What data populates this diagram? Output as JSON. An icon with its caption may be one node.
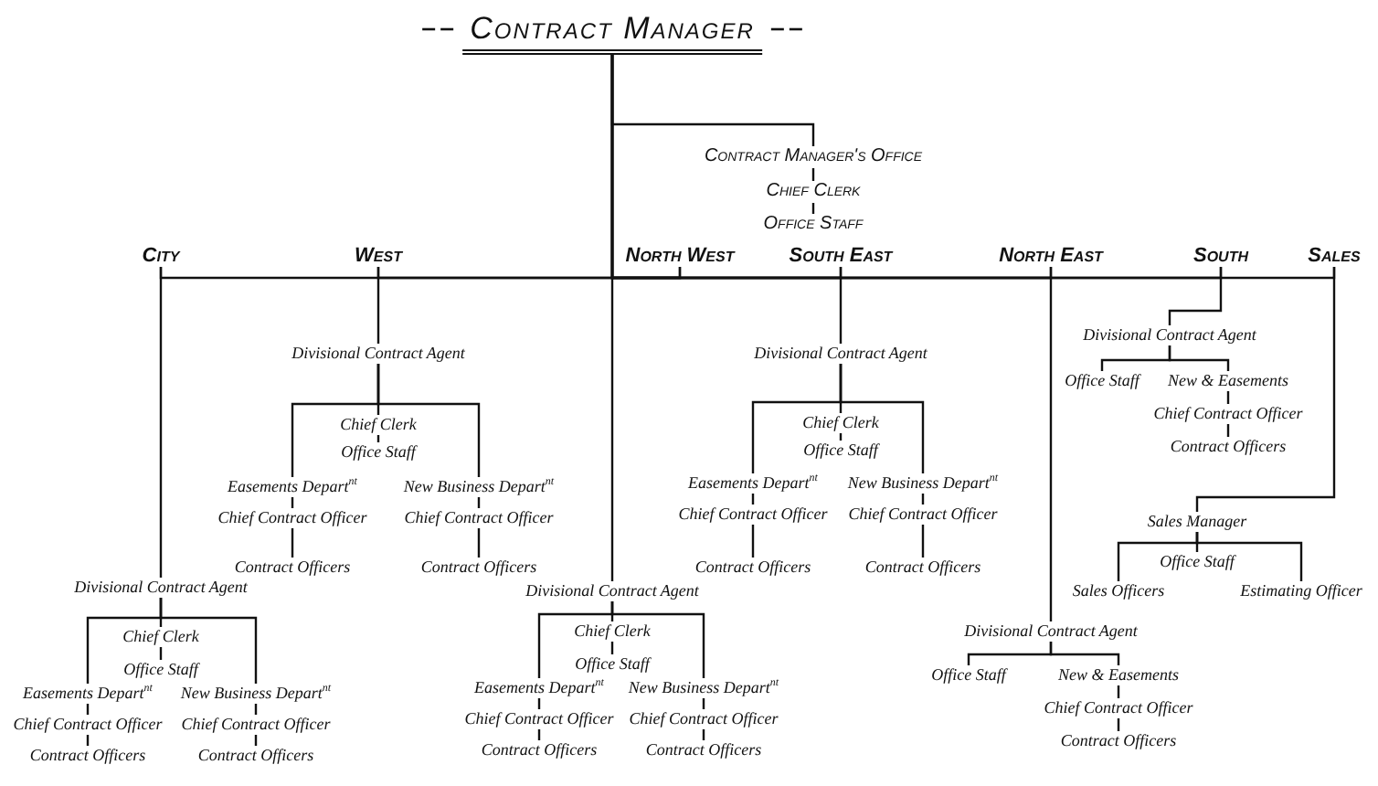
{
  "diagram": {
    "nodes": [
      {
        "text": [
          "Contract Manager"
        ]
      },
      {
        "text": [
          "Contract Manager's Office"
        ]
      },
      {
        "text": [
          "Chief Clerk"
        ]
      },
      {
        "text": [
          "Office Staff"
        ]
      },
      {
        "text": [
          "City"
        ]
      },
      {
        "text": [
          "West"
        ]
      },
      {
        "text": [
          "North West"
        ]
      },
      {
        "text": [
          "South East"
        ]
      },
      {
        "text": [
          "North East"
        ]
      },
      {
        "text": [
          "South"
        ]
      },
      {
        "text": [
          "Sales"
        ]
      },
      {
        "text": [
          "Divisional Contract Agent"
        ]
      },
      {
        "text": [
          "Chief Clerk"
        ]
      },
      {
        "text": [
          "Office Staff"
        ]
      },
      {
        "text": [
          "Easements Depart$^{nt}$"
        ]
      },
      {
        "text": [
          "New Business Depart$^{nt}$"
        ]
      },
      {
        "text": [
          "Chief Contract Officer"
        ]
      },
      {
        "text": [
          "Chief Contract Officer"
        ]
      },
      {
        "text": [
          "Contract Officers"
        ]
      },
      {
        "text": [
          "Contract Officers"
        ]
      },
      {
        "text": [
          "Divisional Contract Agent"
        ]
      },
      {
        "text": [
          "Chief Clerk"
        ]
      },
      {
        "text": [
          "Office Staff"
        ]
      },
      {
        "text": [
          "Easements Depart$^{nt}$"
        ]
      },
      {
        "text": [
          "New Business Depart$^{nt}$"
        ]
      },
      {
        "text": [
          "Chief Contract Officer"
        ]
      },
      {
        "text": [
          "Chief Contract Officer"
        ]
      },
      {
        "text": [
          "Contract Officers"
        ]
      },
      {
        "text": [
          "Contract Officers"
        ]
      },
      {
        "text": [
          "Divisional Contract Agent"
        ]
      },
      {
        "text": [
          "Chief Clerk"
        ]
      },
      {
        "text": [
          "Office Staff"
        ]
      },
      {
        "text": [
          "Easements Depart$^{nt}$"
        ]
      },
      {
        "text": [
          "New Business Depart$^{nt}$"
        ]
      },
      {
        "text": [
          "Chief Contract Officer"
        ]
      },
      {
        "text": [
          "Chief Contract Officer"
        ]
      },
      {
        "text": [
          "Contract Officers"
        ]
      },
      {
        "text": [
          "Contract Officers"
        ]
      },
      {
        "text": [
          "Divisional Contract Agent"
        ]
      },
      {
        "text": [
          "Chief Clerk"
        ]
      },
      {
        "text": [
          "Office Staff"
        ]
      },
      {
        "text": [
          "Easements Depart$^{nt}$"
        ]
      },
      {
        "text": [
          "New Business Depart$^{nt}$"
        ]
      },
      {
        "text": [
          "Chief Contract Officer"
        ]
      },
      {
        "text": [
          "Chief Contract Officer"
        ]
      },
      {
        "text": [
          "Contract Officers"
        ]
      },
      {
        "text": [
          "Contract Officers"
        ]
      },
      {
        "text": [
          "Divisional Contract Agent"
        ]
      },
      {
        "text": [
          "Office Staff"
        ]
      },
      {
        "text": [
          "New & Easements"
        ]
      },
      {
        "text": [
          "Chief Contract Officer"
        ]
      },
      {
        "text": [
          "Contract Officers"
        ]
      },
      {
        "text": [
          "Divisional Contract Agent"
        ]
      },
      {
        "text": [
          "Office Staff"
        ]
      },
      {
        "text": [
          "New & Easements"
        ]
      },
      {
        "text": [
          "Chief Contract Officer"
        ]
      },
      {
        "text": [
          "Contract Officers"
        ]
      },
      {
        "text": [
          "Sales Manager"
        ]
      },
      {
        "text": [
          "Office Staff"
        ]
      },
      {
        "text": [
          "Sales Officers"
        ]
      },
      {
        "text": [
          "Estimating Officer"
        ]
      }
    ],
    "edges": [
      {
        "from": 0,
        "to": 1,
        "arrow": "none"
      },
      {
        "from": 1,
        "to": 2,
        "arrow": "none"
      },
      {
        "from": 2,
        "to": 3,
        "arrow": "none"
      },
      {
        "from": 0,
        "to": 4,
        "arrow": "none"
      },
      {
        "from": 0,
        "to": 5,
        "arrow": "none"
      },
      {
        "from": 0,
        "to": 6,
        "arrow": "none"
      },
      {
        "from": 0,
        "to": 7,
        "arrow": "none"
      },
      {
        "from": 0,
        "to": 8,
        "arrow": "none"
      },
      {
        "from": 0,
        "to": 9,
        "arrow": "none"
      },
      {
        "from": 0,
        "to": 10,
        "arrow": "none"
      },
      {
        "from": 4,
        "to": 11,
        "arrow": "none"
      },
      {
        "from": 11,
        "to": 12,
        "arrow": "none"
      },
      {
        "from": 12,
        "to": 13,
        "arrow": "none"
      },
      {
        "from": 11,
        "to": 14,
        "arrow": "none"
      },
      {
        "from": 11,
        "to": 15,
        "arrow": "none"
      },
      {
        "from": 14,
        "to": 16,
        "arrow": "none"
      },
      {
        "from": 15,
        "to": 17,
        "arrow": "none"
      },
      {
        "from": 16,
        "to": 18,
        "arrow": "none"
      },
      {
        "from": 17,
        "to": 19,
        "arrow": "none"
      },
      {
        "from": 5,
        "to": 20,
        "arrow": "none"
      },
      {
        "from": 20,
        "to": 21,
        "arrow": "none"
      },
      {
        "from": 21,
        "to": 22,
        "arrow": "none"
      },
      {
        "from": 20,
        "to": 23,
        "arrow": "none"
      },
      {
        "from": 20,
        "to": 24,
        "arrow": "none"
      },
      {
        "from": 23,
        "to": 25,
        "arrow": "none"
      },
      {
        "from": 24,
        "to": 26,
        "arrow": "none"
      },
      {
        "from": 25,
        "to": 27,
        "arrow": "none"
      },
      {
        "from": 26,
        "to": 28,
        "arrow": "none"
      },
      {
        "from": 6,
        "to": 29,
        "arrow": "none"
      },
      {
        "from": 29,
        "to": 30,
        "arrow": "none"
      },
      {
        "from": 30,
        "to": 31,
        "arrow": "none"
      },
      {
        "from": 29,
        "to": 32,
        "arrow": "none"
      },
      {
        "from": 29,
        "to": 33,
        "arrow": "none"
      },
      {
        "from": 32,
        "to": 34,
        "arrow": "none"
      },
      {
        "from": 33,
        "to": 35,
        "arrow": "none"
      },
      {
        "from": 34,
        "to": 36,
        "arrow": "none"
      },
      {
        "from": 35,
        "to": 37,
        "arrow": "none"
      },
      {
        "from": 7,
        "to": 38,
        "arrow": "none"
      },
      {
        "from": 38,
        "to": 39,
        "arrow": "none"
      },
      {
        "from": 39,
        "to": 40,
        "arrow": "none"
      },
      {
        "from": 38,
        "to": 41,
        "arrow": "none"
      },
      {
        "from": 38,
        "to": 42,
        "arrow": "none"
      },
      {
        "from": 41,
        "to": 43,
        "arrow": "none"
      },
      {
        "from": 42,
        "to": 44,
        "arrow": "none"
      },
      {
        "from": 43,
        "to": 45,
        "arrow": "none"
      },
      {
        "from": 44,
        "to": 46,
        "arrow": "none"
      },
      {
        "from": 8,
        "to": 47,
        "arrow": "none"
      },
      {
        "from": 47,
        "to": 48,
        "arrow": "none"
      },
      {
        "from": 47,
        "to": 49,
        "arrow": "none"
      },
      {
        "from": 49,
        "to": 50,
        "arrow": "none"
      },
      {
        "from": 50,
        "to": 51,
        "arrow": "none"
      },
      {
        "from": 9,
        "to": 52,
        "arrow": "none"
      },
      {
        "from": 52,
        "to": 53,
        "arrow": "none"
      },
      {
        "from": 52,
        "to": 54,
        "arrow": "none"
      },
      {
        "from": 54,
        "to": 55,
        "arrow": "none"
      },
      {
        "from": 55,
        "to": 56,
        "arrow": "none"
      },
      {
        "from": 10,
        "to": 57,
        "arrow": "none"
      },
      {
        "from": 57,
        "to": 58,
        "arrow": "none"
      },
      {
        "from": 57,
        "to": 59,
        "arrow": "none"
      },
      {
        "from": 57,
        "to": 60,
        "arrow": "none"
      }
    ]
  }
}
